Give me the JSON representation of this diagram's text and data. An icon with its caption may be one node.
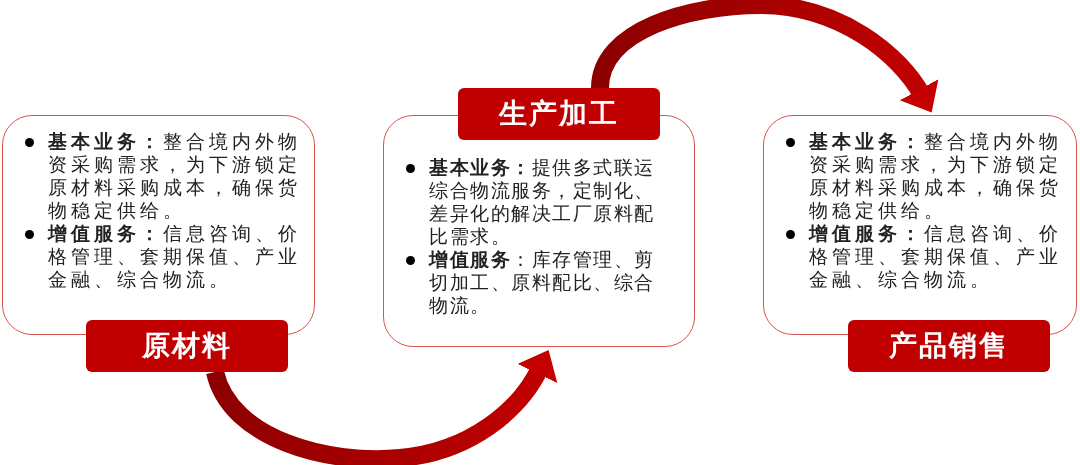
{
  "diagram": {
    "nodes": [
      {
        "text": [
          "**基本业务：**整合境内外物资采购需求，为下游锁定原材料采购成本，确保货物稳定供给。",
          "**增值服务：**信息咨询、价格管理、套期保值、产业金融、综合物流。"
        ]
      },
      {
        "text": [
          "原材料"
        ]
      },
      {
        "text": [
          "生产加工"
        ]
      },
      {
        "text": [
          "**基本业务：**提供多式联运综合物流服务，定制化、差异化的解决工厂原料配比需求。",
          "**增值服务**：库存管理、剪切加工、原料配比、综合物流。"
        ]
      },
      {
        "text": [
          "**基本业务：**整合境内外物资采购需求，为下游锁定原材料采购成本，确保货物稳定供给。",
          "**增值服务：**信息咨询、价格管理、套期保值、产业金融、综合物流。"
        ]
      },
      {
        "text": [
          "产品销售"
        ]
      }
    ],
    "edges": [
      {
        "from": 1,
        "to": 3,
        "arrow": "to"
      },
      {
        "from": 2,
        "to": 4,
        "arrow": "to"
      }
    ]
  }
}
